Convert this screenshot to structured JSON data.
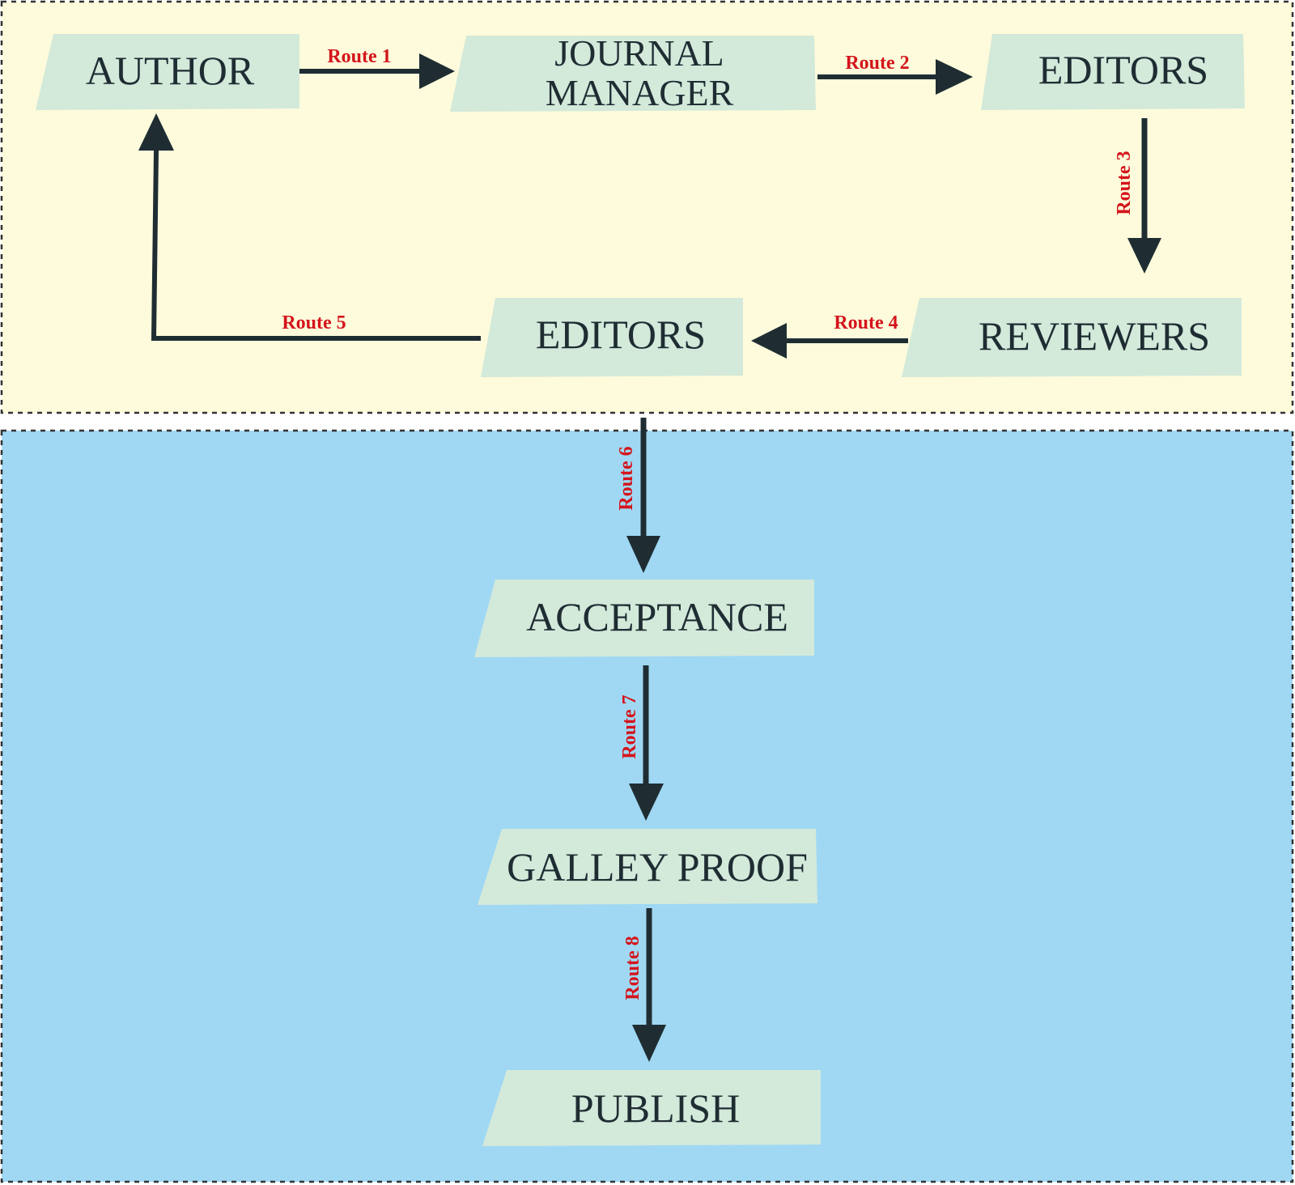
{
  "colors": {
    "top_panel": "#fdfbdb",
    "bottom_panel": "#a0d8f3",
    "node_fill": "#d3e9da",
    "node_text": "#1f2d33",
    "arrow": "#1f2d33",
    "route_label": "#d4151c",
    "panel_border": "#333333"
  },
  "nodes": {
    "author": "AUTHOR",
    "journal_manager_line1": "JOURNAL",
    "journal_manager_line2": "MANAGER",
    "editors_top": "EDITORS",
    "reviewers": "REVIEWERS",
    "editors_mid": "EDITORS",
    "acceptance": "ACCEPTANCE",
    "galley_proof": "GALLEY PROOF",
    "publish": "PUBLISH"
  },
  "routes": {
    "r1": "Route 1",
    "r2": "Route 2",
    "r3": "Route 3",
    "r4": "Route 4",
    "r5": "Route 5",
    "r6": "Route 6",
    "r7": "Route 7",
    "r8": "Route 8"
  }
}
